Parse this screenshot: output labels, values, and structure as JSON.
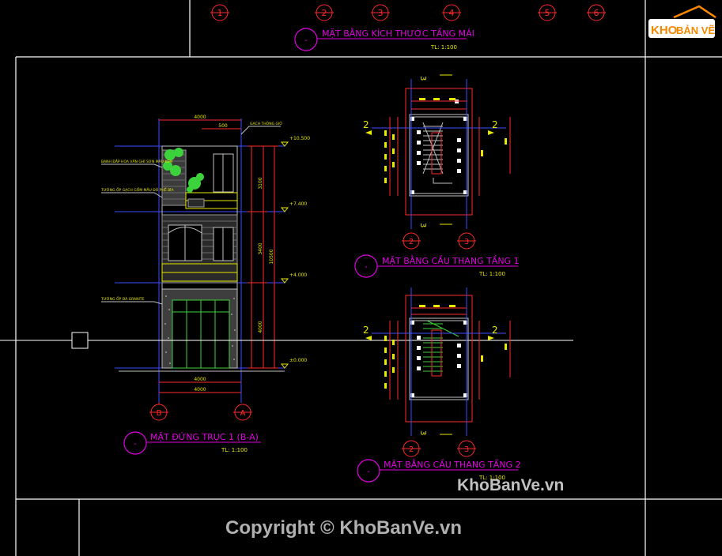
{
  "axis_top": [
    "1",
    "2",
    "3",
    "4",
    "5",
    "6"
  ],
  "roof_plan": {
    "title": "MẶT BẰNG KÍCH THƯỚC TẦNG MÁI",
    "scale": "TL: 1:100",
    "marker": "-"
  },
  "elevation": {
    "title": "MẶT ĐỨNG TRỤC 1 (B-A)",
    "scale": "TL: 1:100",
    "marker": "-",
    "axes": [
      "B",
      "A"
    ],
    "levels": [
      "+10.500",
      "+7.400",
      "+4.000",
      "±0.000"
    ],
    "notes": [
      "GẠCH THÔNG GIÓ",
      "BẠNH ĐẮP HOA VĂN GHÍ SƠN MÀU KEM",
      "TƯỜNG ỐP GẠCH GỐM MẦU ĐỎ PHẾ BĨA",
      "TƯỜNG ỐP ĐÁ GRANITE"
    ],
    "dims_top": [
      "4000",
      "500"
    ],
    "dims_bottom": [
      "4000",
      "4000"
    ],
    "dims_right": [
      "3100",
      "3400",
      "4000",
      "10500"
    ]
  },
  "stair_1": {
    "title": "MẶT BẰNG CẦU THANG TẦNG 1",
    "scale": "TL: 1:100",
    "marker": "-",
    "axes": [
      "2",
      "3"
    ],
    "side": "2",
    "cut": "3"
  },
  "stair_2": {
    "title": "MẶT BẰNG CẦU THANG TẦNG 2",
    "scale": "TL: 1:100",
    "marker": "-",
    "axes": [
      "2",
      "3"
    ],
    "side": "2",
    "cut": "3"
  },
  "watermarks": {
    "logo_a": "KHO",
    "logo_b": "BẢN VẼ",
    "site": "KhoBanVe.vn",
    "copyright": "Copyright © KhoBanVe.vn"
  }
}
